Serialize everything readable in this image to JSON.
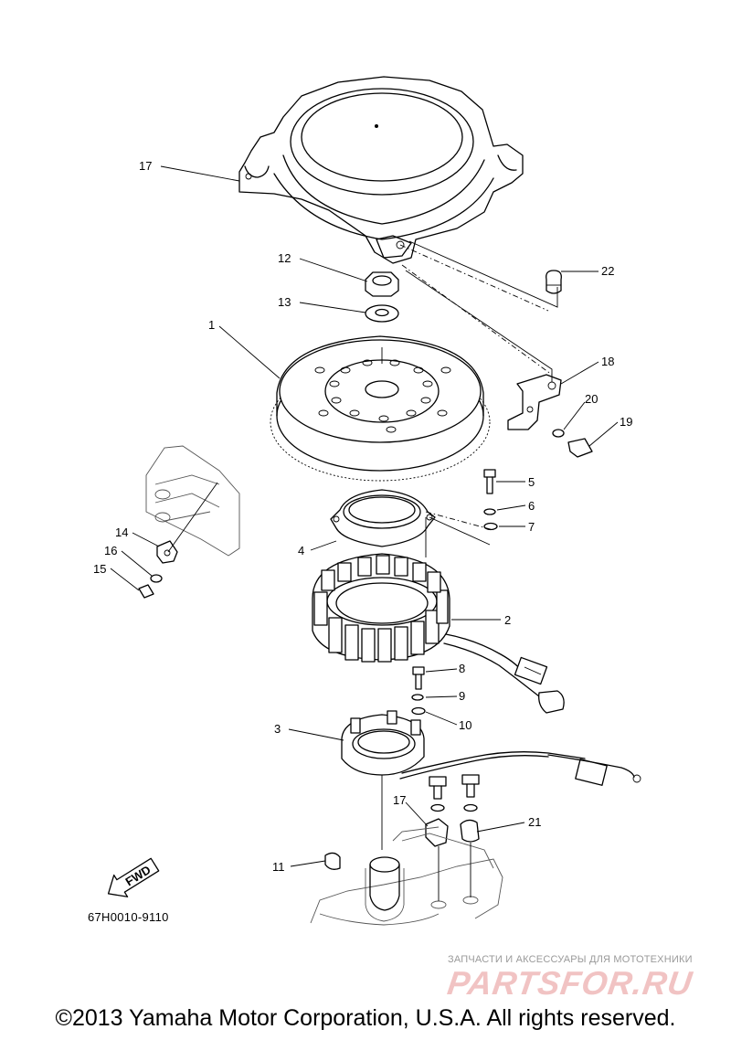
{
  "diagram": {
    "code": "67H0010-9110",
    "fwd_label": "FWD",
    "copyright": "©2013 Yamaha Motor Corporation, U.S.A. All rights reserved.",
    "watermark": {
      "subtitle": "ЗАПЧАСТИ И АКСЕССУАРЫ ДЛЯ МОТОТЕХНИКИ",
      "brand": "PARTSFOR.RU"
    },
    "callouts": [
      "1",
      "2",
      "3",
      "4",
      "5",
      "6",
      "7",
      "8",
      "9",
      "10",
      "11",
      "12",
      "13",
      "14",
      "15",
      "16",
      "17",
      "17",
      "18",
      "19",
      "20",
      "21",
      "22"
    ]
  }
}
